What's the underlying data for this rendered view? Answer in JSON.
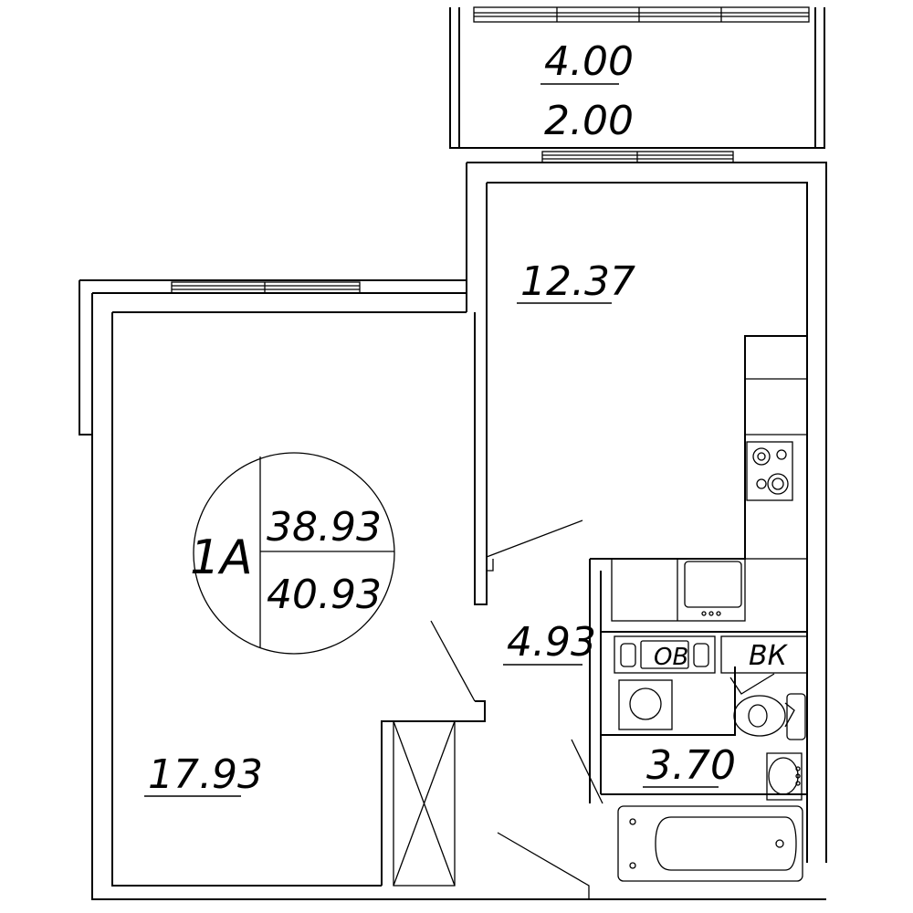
{
  "plan": {
    "apartment": {
      "code": "1A",
      "living_area": "38.93",
      "total_area": "40.93"
    },
    "balcony": {
      "area": "4.00",
      "reduced_area": "2.00"
    },
    "rooms": {
      "living_room": "17.93",
      "kitchen": "12.37",
      "hall": "4.93",
      "bathroom": "3.70"
    },
    "appliance_labels": {
      "water_heater": "ОВ",
      "water_meter": "ВК"
    }
  }
}
